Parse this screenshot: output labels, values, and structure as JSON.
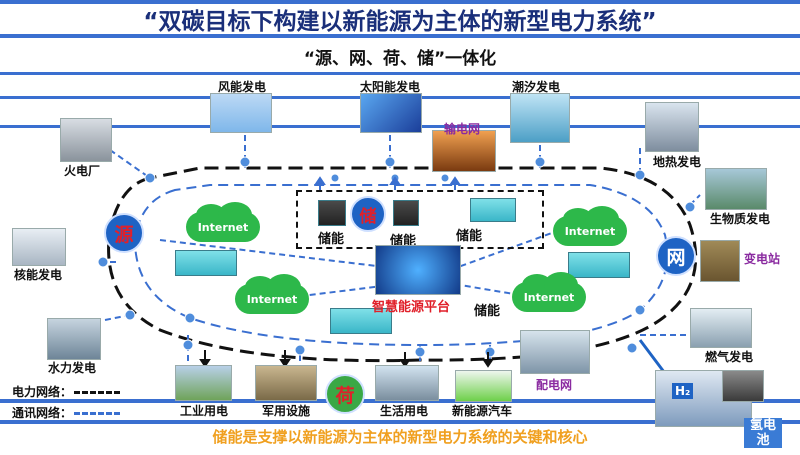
{
  "title": "“双碳目标下构建以新能源为主体的新型电力系统”",
  "subtitle": "“源、网、荷、储”一体化",
  "sources": {
    "wind": "风能发电",
    "solar": "太阳能发电",
    "tidal": "潮汐发电",
    "thermal": "火电厂",
    "geothermal": "地热发电",
    "biomass": "生物质发电",
    "nuclear": "核能发电",
    "hydro": "水力发电",
    "gas": "燃气发电"
  },
  "grid": {
    "transmission": "输电网",
    "substation": "变电站",
    "distribution": "配电网"
  },
  "hubs": {
    "source": "源",
    "grid": "网",
    "load": "荷",
    "storage": "储"
  },
  "storage": {
    "s1": "储能",
    "s2": "储能",
    "s3": "储能",
    "s4": "储能"
  },
  "internet": {
    "c1": "Internet",
    "c2": "Internet",
    "c3": "Internet",
    "c4": "Internet"
  },
  "platform": "智慧能源平台",
  "loads": {
    "industrial": "工业用电",
    "military": "军用设施",
    "residential": "生活用电",
    "ev": "新能源汽车"
  },
  "legend": {
    "power": "电力网络：",
    "comm": "通讯网络："
  },
  "hydrogen": {
    "h2": "H₂",
    "label": "氢电池"
  },
  "footer": "储能是支撑以新能源为主体的新型电力系统的关键和核心",
  "colors": {
    "title": "#1a2f7a",
    "hub": "#1e63c4",
    "internet": "#2db84a",
    "footer": "#f0a020",
    "grid_stripe": "#3a6fd0"
  }
}
